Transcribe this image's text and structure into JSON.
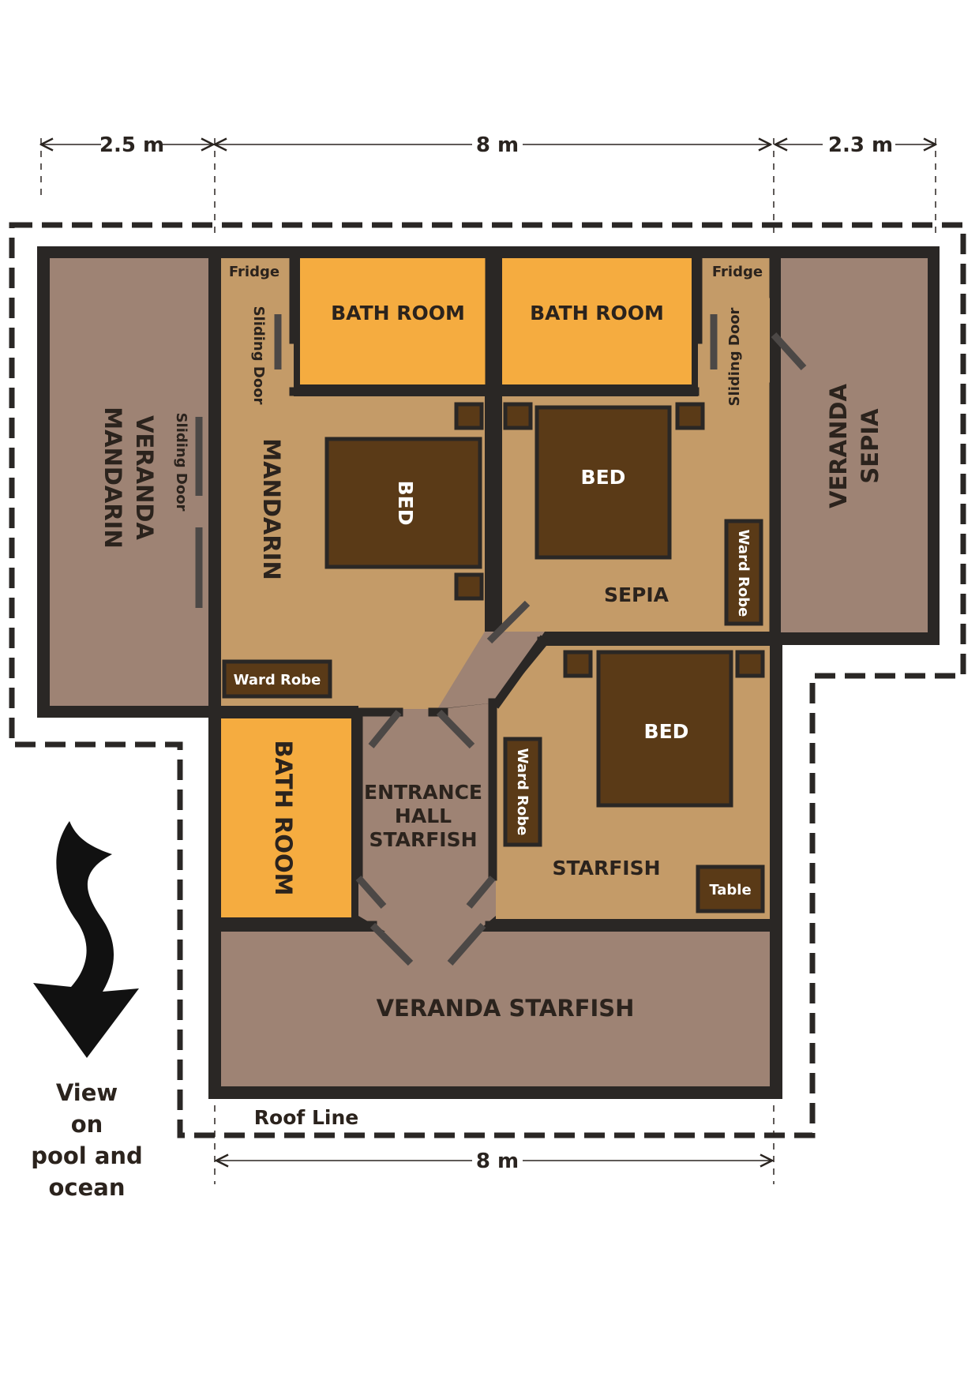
{
  "dimensions": {
    "top_left": "2.5 m",
    "top_middle": "8 m",
    "top_right": "2.3 m",
    "bottom": "8 m"
  },
  "rooms": {
    "veranda_mandarin": [
      "VERANDA",
      "MANDARIN"
    ],
    "veranda_sepia": [
      "VERANDA",
      "SEPIA"
    ],
    "veranda_starfish": "VERANDA STARFISH",
    "mandarin": "MANDARIN",
    "sepia": "SEPIA",
    "starfish": "STARFISH",
    "entrance_hall": [
      "ENTRANCE",
      "HALL",
      "STARFISH"
    ],
    "bathroom_left_top": "BATH ROOM",
    "bathroom_right_top": "BATH ROOM",
    "bathroom_bottom": "BATH ROOM"
  },
  "furniture": {
    "bed_mandarin": "BED",
    "bed_sepia": "BED",
    "bed_starfish": "BED",
    "fridge_left": "Fridge",
    "fridge_right": "Fridge",
    "sliding_door_left_bath": "Sliding Door",
    "sliding_door_veranda": "Sliding Door",
    "sliding_door_right_bath": "Sliding Door",
    "wardrobe_mandarin": "Ward Robe",
    "wardrobe_sepia": "Ward Robe",
    "wardrobe_starfish": "Ward Robe",
    "table": "Table"
  },
  "roof_line_label": "Roof Line",
  "view_label": [
    "View",
    "on",
    "pool and",
    "ocean"
  ],
  "colors": {
    "wall": "#2a2725",
    "veranda": "#9e8374",
    "room": "#c49b68",
    "bathroom": "#f5ac40",
    "furniture": "#5a3a17",
    "hall": "#9e8374"
  }
}
